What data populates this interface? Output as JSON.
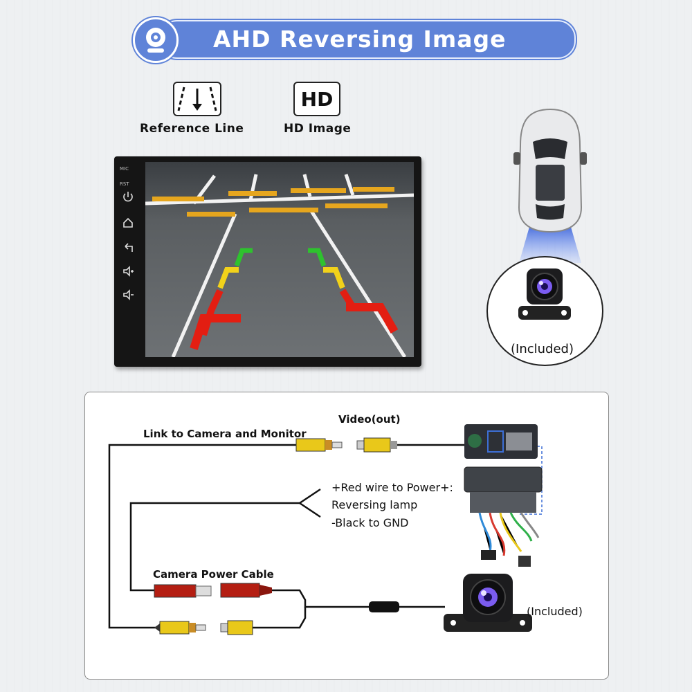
{
  "banner": {
    "title": "AHD Reversing Image",
    "color": "#5f83d8"
  },
  "features": {
    "reference_line": {
      "label": "Reference Line",
      "icon": "reference-line-icon"
    },
    "hd_image": {
      "label": "HD Image",
      "icon_text": "HD"
    }
  },
  "monitor": {
    "buttons": [
      "MIC",
      "RST"
    ],
    "guide_colors": {
      "near": "#e31e12",
      "mid": "#f2d21a",
      "far": "#2ec22e"
    }
  },
  "camera_top": {
    "included_label": "(Included)"
  },
  "diagram": {
    "video_out": "Video(out)",
    "link_label": "Link to Camera and Monitor",
    "power_wiring": {
      "line1": "+Red wire to Power+:",
      "line2": "Reversing lamp",
      "line3": "-Black to GND"
    },
    "power_cable_label": "Camera Power Cable",
    "included_label": "(Included)"
  }
}
